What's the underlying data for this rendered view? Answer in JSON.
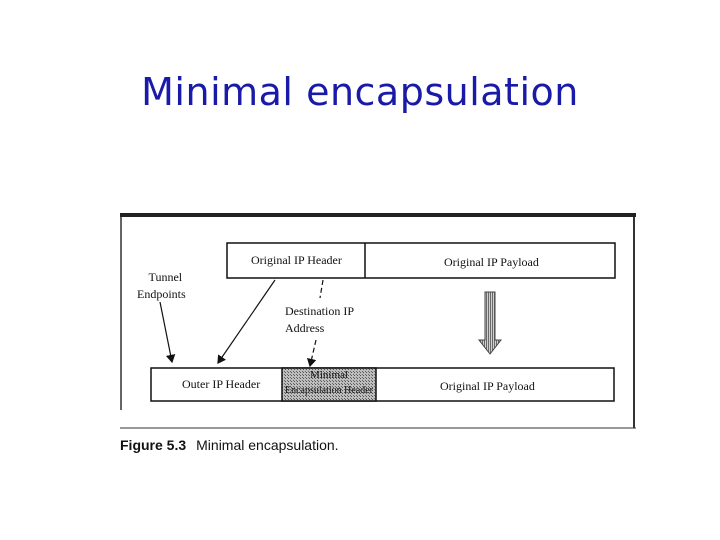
{
  "title": "Minimal encapsulation",
  "diagram": {
    "top_row": {
      "original_ip_header": "Original IP Header",
      "original_ip_payload": "Original IP Payload"
    },
    "labels": {
      "tunnel_line1": "Tunnel",
      "tunnel_line2": "Endpoints",
      "dest_line1": "Destination IP",
      "dest_line2": "Address"
    },
    "bottom_row": {
      "outer_ip_header": "Outer IP Header",
      "minimal_line1": "Minimal",
      "minimal_line2": "Encapsulation Header",
      "original_ip_payload": "Original IP Payload"
    }
  },
  "caption": {
    "figure_number": "Figure 5.3",
    "text": "Minimal encapsulation."
  },
  "colors": {
    "title": "#1a1aa8",
    "line": "#111111",
    "hatch": "#777777"
  }
}
